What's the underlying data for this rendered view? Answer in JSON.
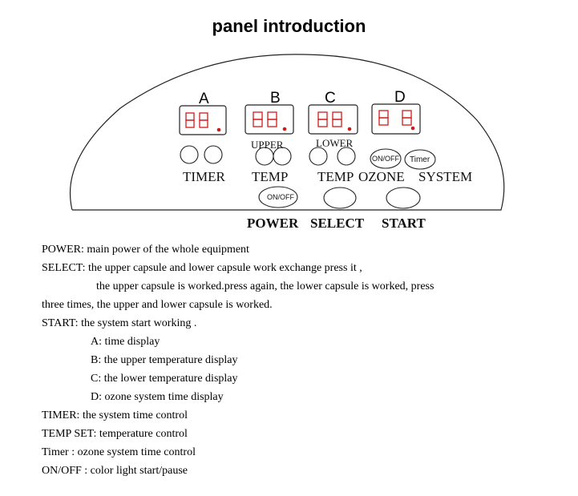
{
  "title": "panel introduction",
  "displays": [
    {
      "letter": "A"
    },
    {
      "letter": "B",
      "sub": "UPPER"
    },
    {
      "letter": "C",
      "sub": "LOWER"
    },
    {
      "letter": "D"
    }
  ],
  "buttons": {
    "ozone_btn": "ON/OFF",
    "timer_btn": "Timer",
    "power_btn": "ON/OFF"
  },
  "labels": {
    "timer": "TIMER",
    "temp1": "TEMP",
    "temp2": "TEMP",
    "ozone": "OZONE",
    "system": "SYSTEM",
    "power": "POWER",
    "select": "SELECT",
    "start": "START"
  },
  "description": [
    "POWER: main  power of the whole  equipment",
    "SELECT:  the upper capsule  and lower  capsule  work  exchange  press  it ,",
    "the upper capsule is worked.press again,  the lower capsule is worked,  press",
    "three times,  the upper and lower  capsule  is  worked.",
    "START:  the system  start working  .",
    "A:  time  display",
    "B:  the upper temperature   display",
    "C:  the lower temperature   display",
    "D:  ozone  system  time  display",
    "TIMER:  the system  time  control",
    "TEMP SET:  temperature   control",
    "Timer   :  ozone  system  time   control",
    "ON/OFF : color light  start/pause"
  ],
  "colors": {
    "segment": "#d11a1a",
    "line": "#222222"
  }
}
